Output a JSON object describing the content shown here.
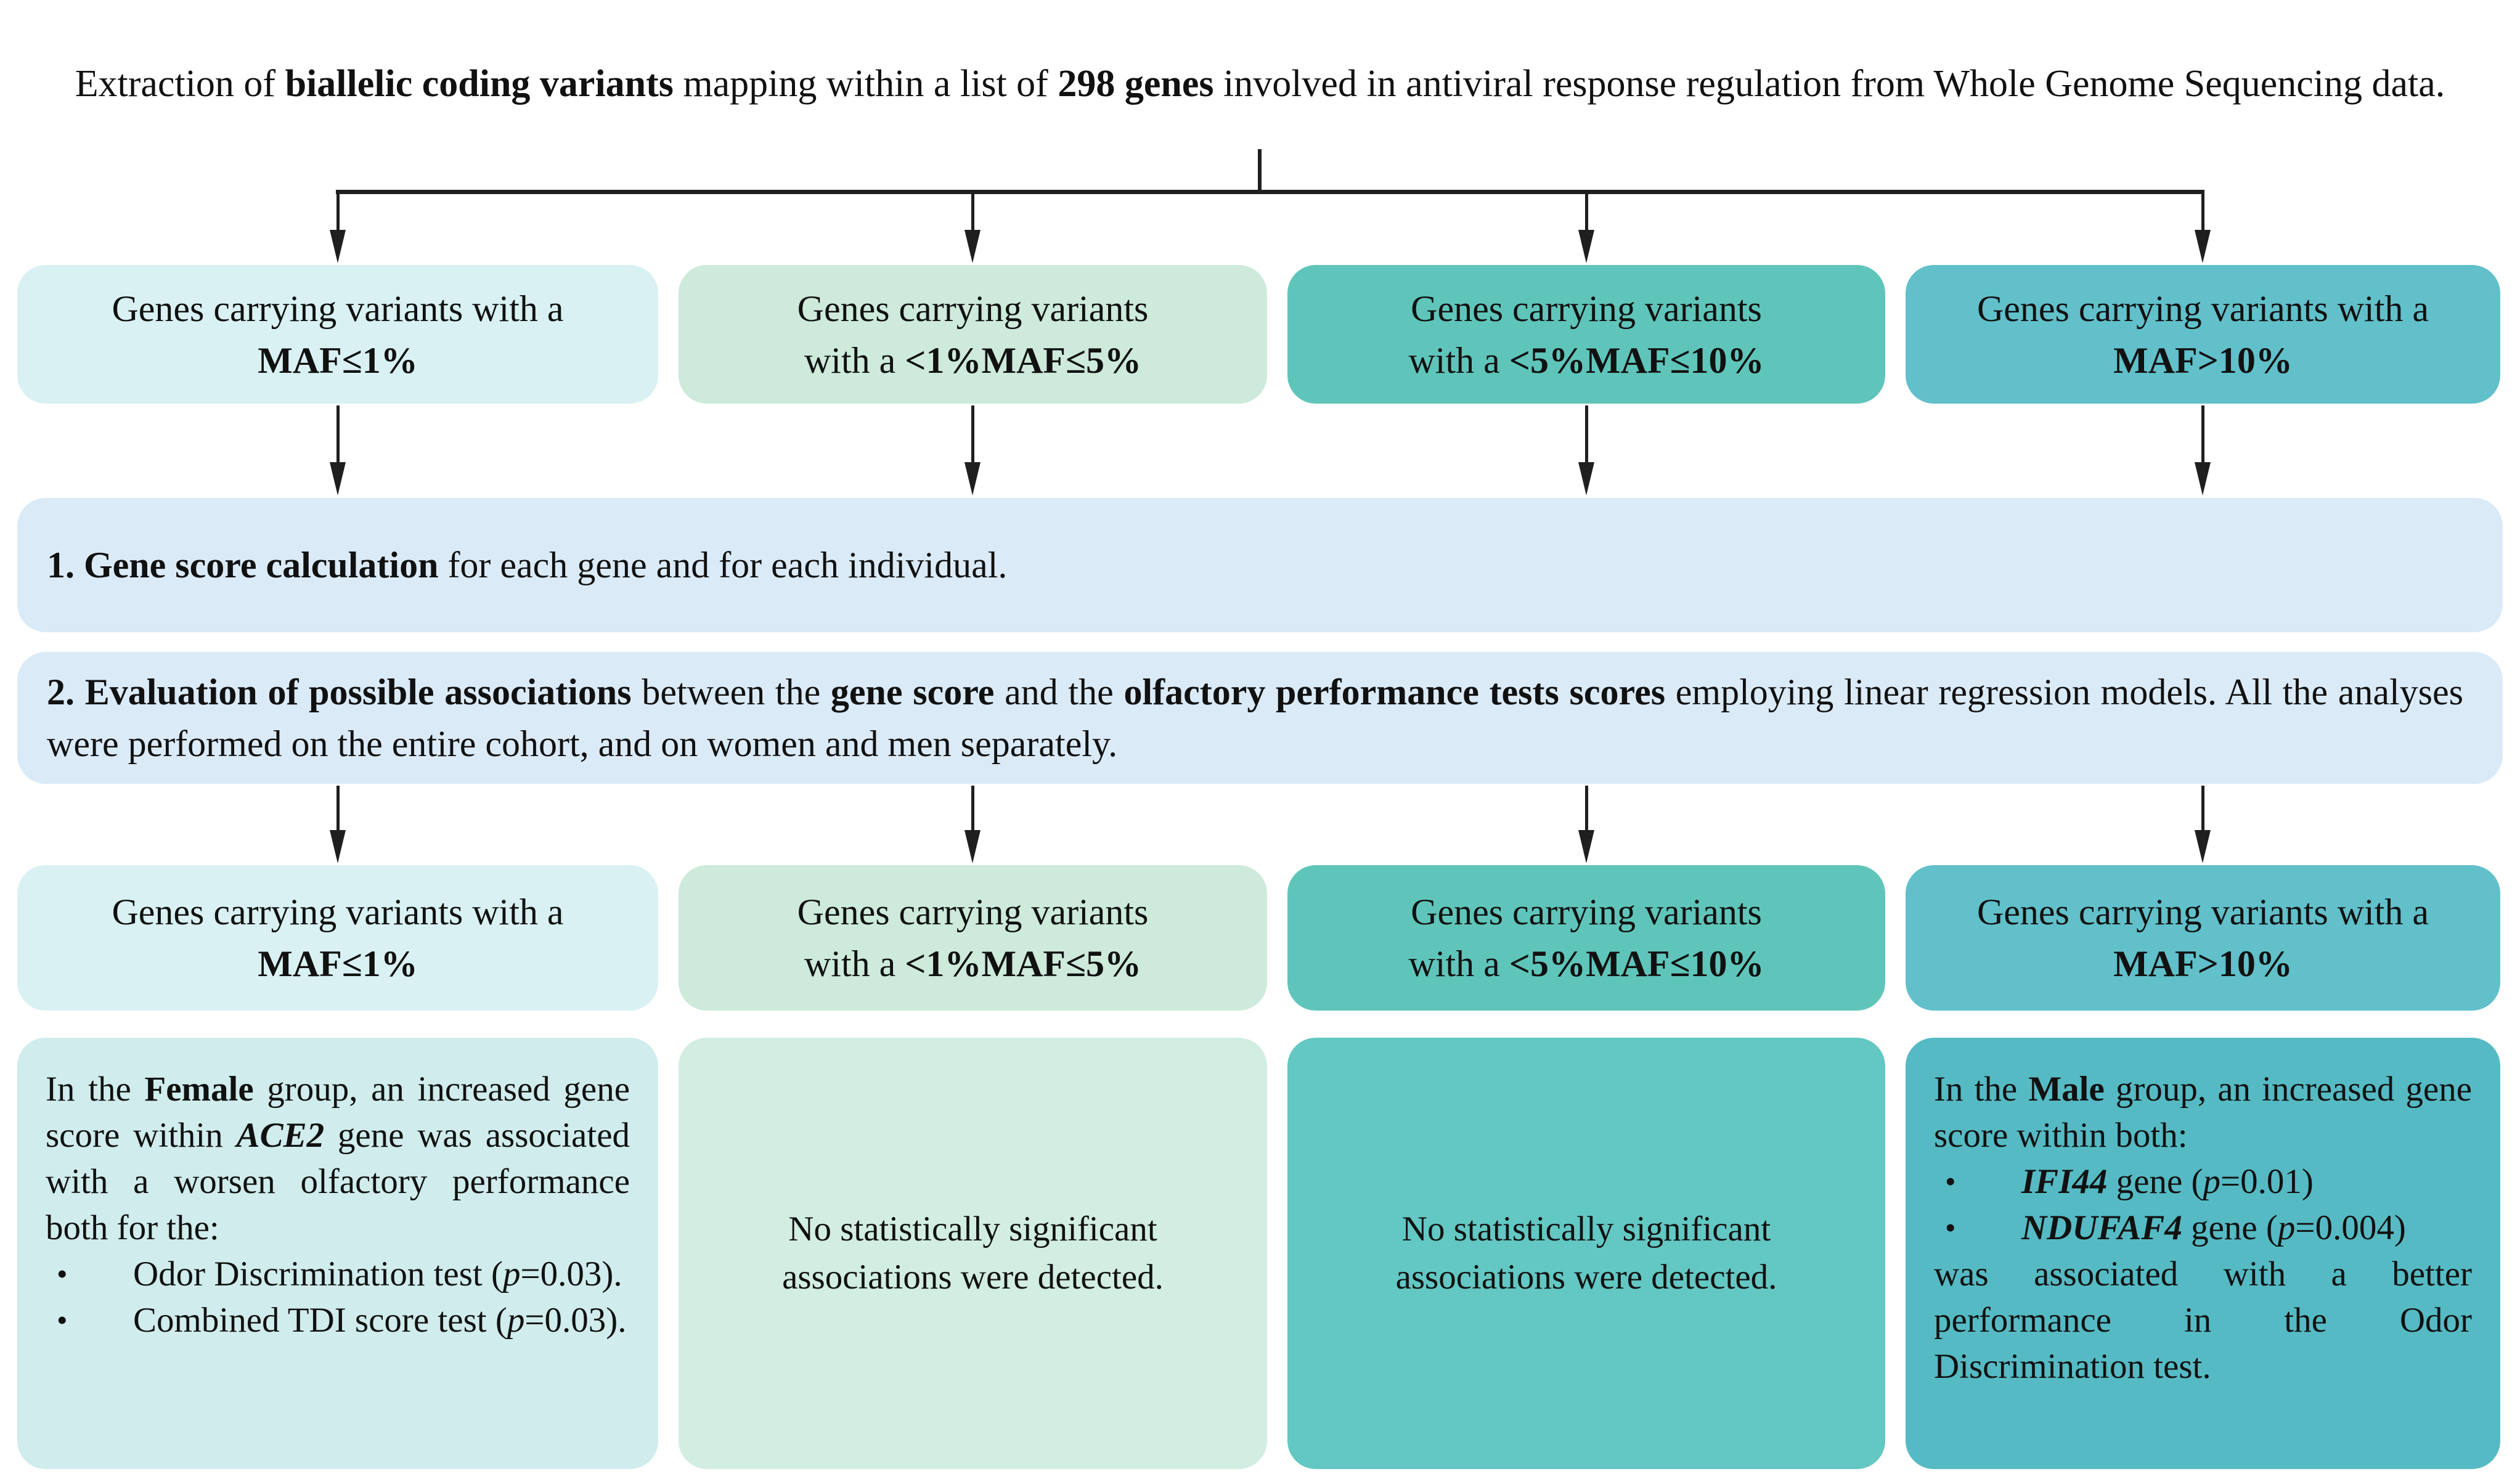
{
  "colors": {
    "blue_box": "#dbeaf7",
    "col1_header": "#d9f1f2",
    "col2_header": "#cdeadb",
    "col3_header": "#5fc5ba",
    "col4_header": "#61c0ca",
    "col1_result": "#d0ecec",
    "col2_result": "#d2ede1",
    "col3_result": "#63c7c3",
    "col4_result": "#55bac4",
    "arrow": "#1f1f1f",
    "text": "#111111"
  },
  "top_box": {
    "rich": [
      {
        "t": "Extraction of "
      },
      {
        "t": "biallelic coding variants",
        "b": true
      },
      {
        "t": " mapping within a list of "
      },
      {
        "t": "298 genes",
        "b": true
      },
      {
        "t": " involved in antiviral response regulation from Whole Genome Sequencing data."
      }
    ]
  },
  "maf_boxes": [
    {
      "rich": [
        {
          "t": "Genes carrying variants with a"
        },
        {
          "br": true
        },
        {
          "t": "MAF≤1%",
          "b": true
        }
      ]
    },
    {
      "rich": [
        {
          "t": "Genes carrying variants"
        },
        {
          "br": true
        },
        {
          "t": "with a "
        },
        {
          "t": "<1%MAF≤5%",
          "b": true
        }
      ]
    },
    {
      "rich": [
        {
          "t": "Genes carrying variants"
        },
        {
          "br": true
        },
        {
          "t": "with a "
        },
        {
          "t": "<5%MAF≤10%",
          "b": true
        }
      ]
    },
    {
      "rich": [
        {
          "t": "Genes carrying variants with a"
        },
        {
          "br": true
        },
        {
          "t": "MAF>10%",
          "b": true
        }
      ]
    }
  ],
  "step1": {
    "rich": [
      {
        "t": "1. Gene score calculation",
        "b": true
      },
      {
        "t": " for each gene and for each individual."
      }
    ]
  },
  "step2": {
    "rich": [
      {
        "t": "2. Evaluation of possible associations",
        "b": true
      },
      {
        "t": " between the "
      },
      {
        "t": "gene score",
        "b": true
      },
      {
        "t": " and the "
      },
      {
        "t": "olfactory performance tests scores",
        "b": true
      },
      {
        "t": " employing linear regression models. All the analyses were performed on the entire cohort, and on women and men separately."
      }
    ]
  },
  "results": [
    {
      "intro": [
        {
          "t": "In the "
        },
        {
          "t": "Female",
          "b": true
        },
        {
          "t": " group, an increased gene score within "
        },
        {
          "t": "ACE2",
          "b": true,
          "i": true
        },
        {
          "t": " gene was associated with a worsen olfactory performance both for the:"
        }
      ],
      "bullet1": [
        {
          "t": "Odor Discrimination test ("
        },
        {
          "t": "p",
          "i": true
        },
        {
          "t": "=0.03)."
        }
      ],
      "bullet2": [
        {
          "t": "Combined TDI score test ("
        },
        {
          "t": "p",
          "i": true
        },
        {
          "t": "=0.03)."
        }
      ],
      "outro": []
    },
    {
      "text": "No statistically significant associations were detected."
    },
    {
      "text": "No statistically significant associations were detected."
    },
    {
      "intro": [
        {
          "t": "In the "
        },
        {
          "t": "Male",
          "b": true
        },
        {
          "t": " group, an increased gene score within both:"
        }
      ],
      "bullet1": [
        {
          "t": "IFI44",
          "b": true,
          "i": true
        },
        {
          "t": " gene ("
        },
        {
          "t": "p",
          "i": true
        },
        {
          "t": "=0.01)"
        }
      ],
      "bullet2": [
        {
          "t": "NDUFAF4",
          "b": true,
          "i": true
        },
        {
          "t": " gene ("
        },
        {
          "t": "p",
          "i": true
        },
        {
          "t": "=0.004)"
        }
      ],
      "outro": [
        {
          "t": "was associated with a better performance in the Odor Discrimination test."
        }
      ]
    }
  ]
}
